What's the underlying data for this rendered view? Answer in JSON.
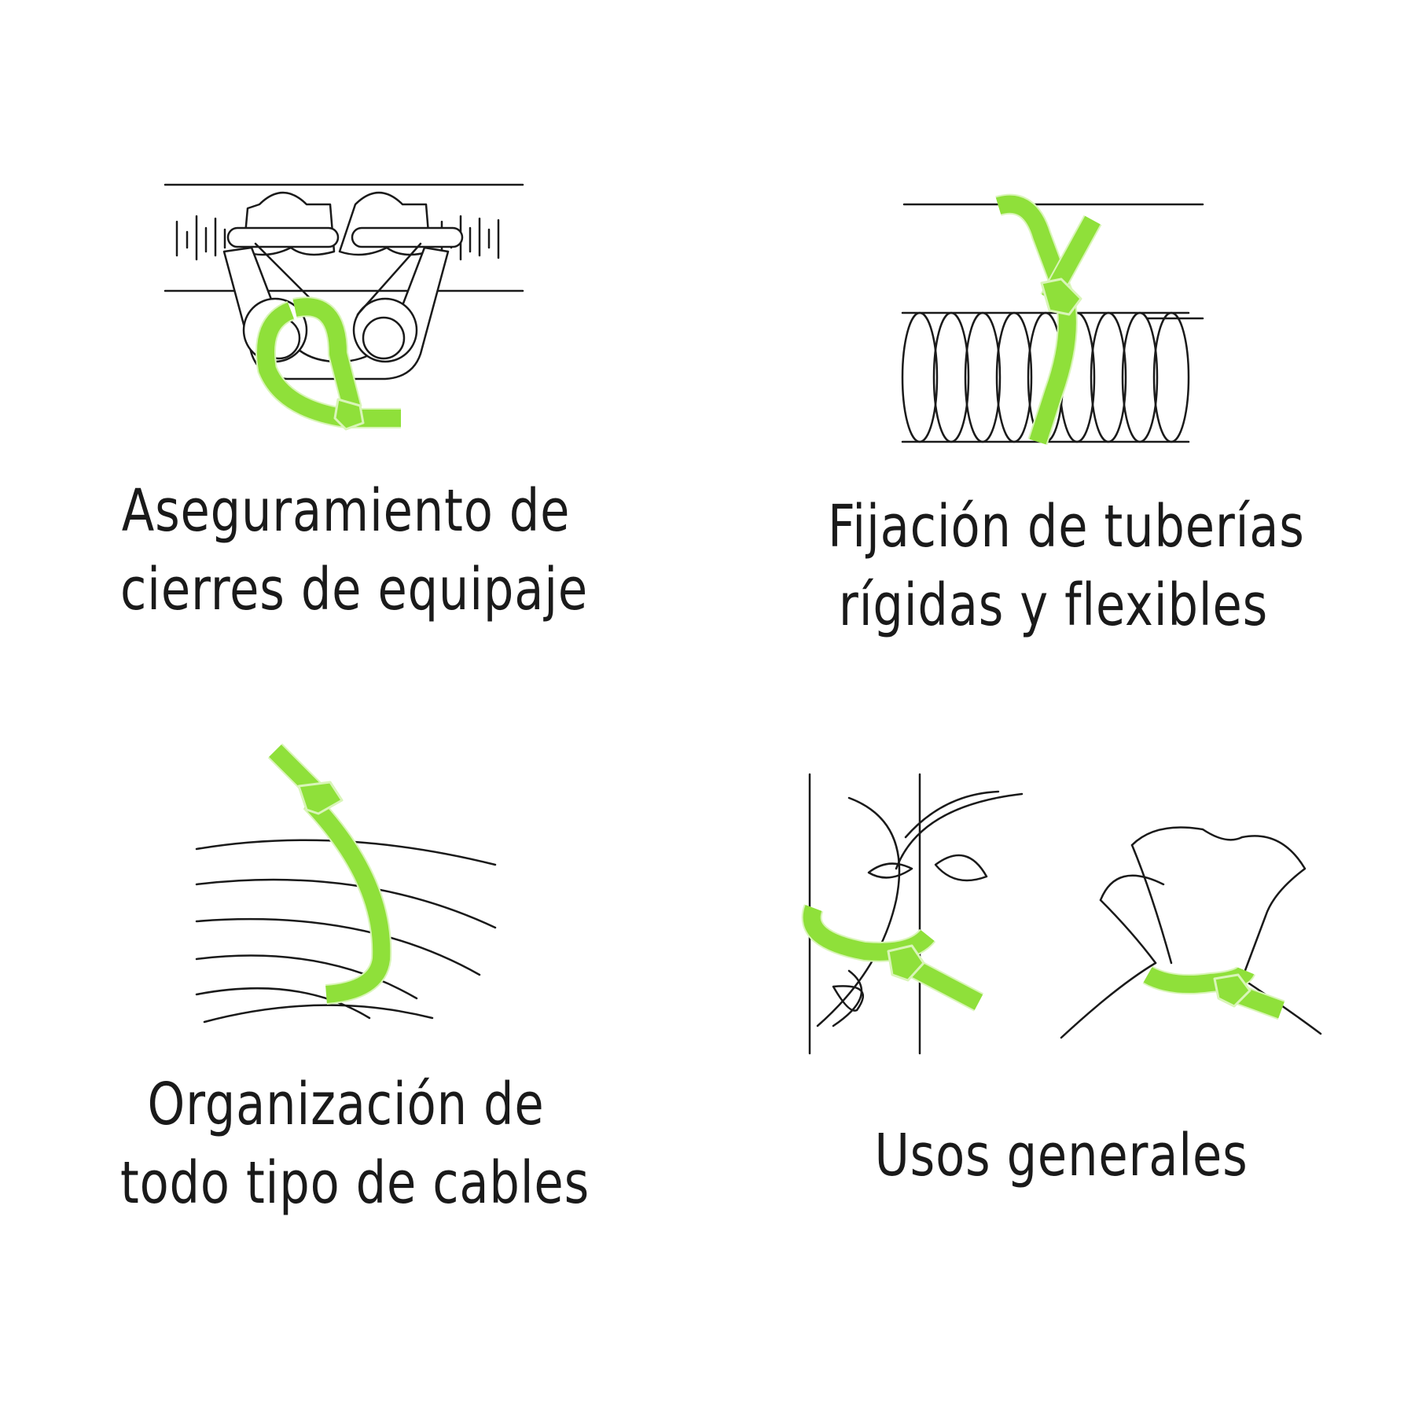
{
  "colors": {
    "tie": "#8fe03a",
    "line": "#1a1a1a",
    "background": "#ffffff"
  },
  "panels": [
    {
      "icon": "luggage-zipper-cable-tie-icon",
      "lines": [
        "Aseguramiento de",
        "cierres de equipaje"
      ]
    },
    {
      "icon": "pipe-cable-tie-icon",
      "lines": [
        "Fijación de tuberías",
        "rígidas y flexibles"
      ]
    },
    {
      "icon": "cables-cable-tie-icon",
      "lines": [
        "Organización de",
        "todo tipo de cables"
      ]
    },
    {
      "icon": "plant-and-bag-cable-tie-icon",
      "lines": [
        "Usos generales"
      ]
    }
  ]
}
